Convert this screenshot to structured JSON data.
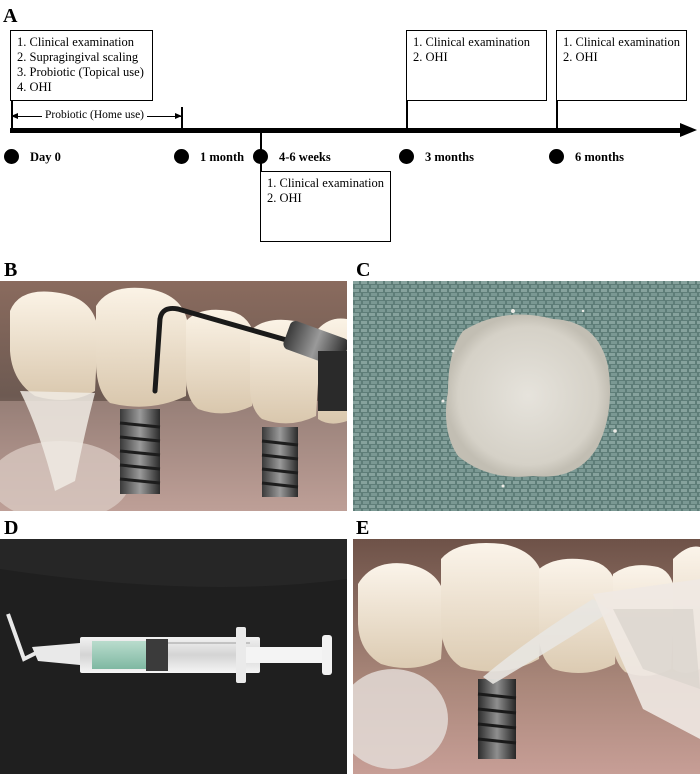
{
  "panels": {
    "a": "A",
    "b": "B",
    "c": "C",
    "d": "D",
    "e": "E"
  },
  "timeline": {
    "day0_box": [
      "1. Clinical examination",
      "2. Supragingival scaling",
      "3. Probiotic (Topical use)",
      "4. OHI"
    ],
    "weeks_box": [
      "1. Clinical examination",
      "2. OHI"
    ],
    "months3_box": [
      "1. Clinical examination",
      "2. OHI"
    ],
    "months6_box": [
      "1. Clinical examination",
      "2. OHI"
    ],
    "home_use_label": "Probiotic (Home use)",
    "points": [
      "Day 0",
      "1 month",
      "4-6 weeks",
      "3 months",
      "6 months"
    ]
  },
  "colors": {
    "axis": "#000000",
    "towel": "#5e7d78",
    "cloth": "#1f1f1f",
    "tooth": "#efe3d2",
    "gum": "#c98f86"
  }
}
